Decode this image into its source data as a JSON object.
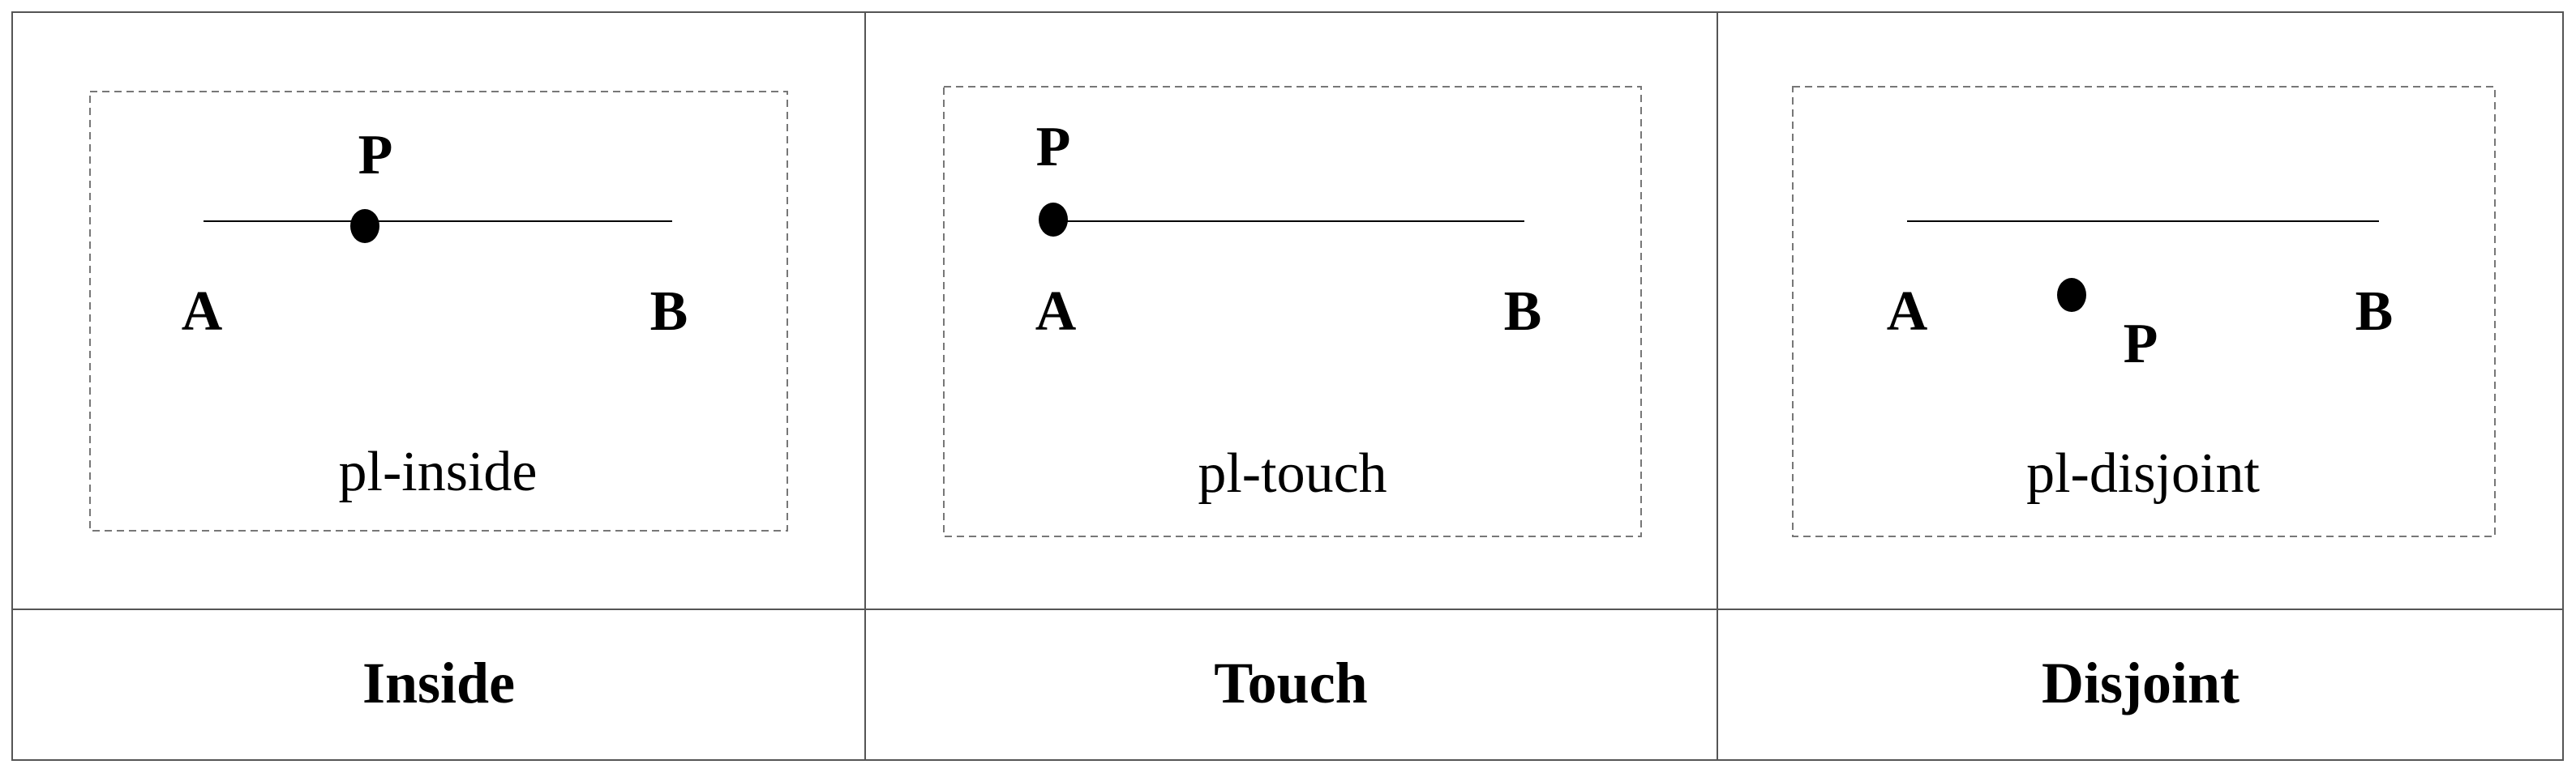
{
  "panels": [
    {
      "id": "inside",
      "caption": "pl-inside",
      "point_label": "P",
      "start_label": "A",
      "end_label": "B",
      "footer": "Inside"
    },
    {
      "id": "touch",
      "caption": "pl-touch",
      "point_label": "P",
      "start_label": "A",
      "end_label": "B",
      "footer": "Touch"
    },
    {
      "id": "disjoint",
      "caption": "pl-disjoint",
      "point_label": "P",
      "start_label": "A",
      "end_label": "B",
      "footer": "Disjoint"
    }
  ],
  "colors": {
    "ink": "#000000",
    "grid": "#555555",
    "dash": "#777777"
  }
}
